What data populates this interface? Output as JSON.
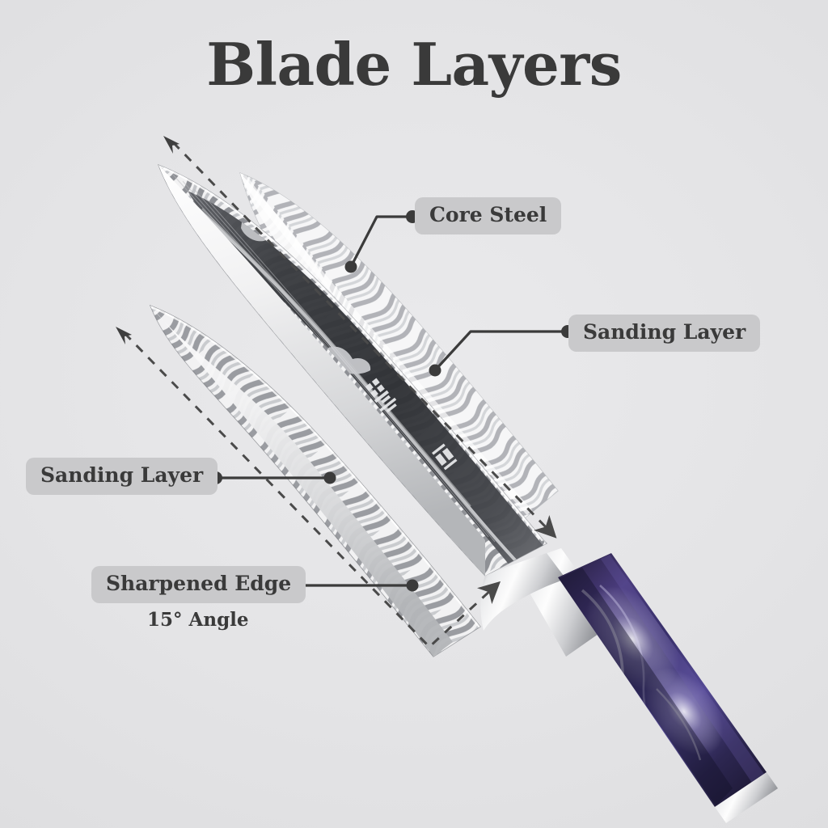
{
  "page": {
    "title": "Blade Layers",
    "background_color": "#e5e5e7",
    "text_color": "#3a3a3a",
    "pill_color": "#c9c9cb",
    "leader_color": "#3b3b3b",
    "dashed_color": "#4a4a4a"
  },
  "callouts": [
    {
      "id": "core-steel",
      "label": "Core Steel",
      "pill": true,
      "side": "right"
    },
    {
      "id": "sanding-layer-top",
      "label": "Sanding Layer",
      "pill": true,
      "side": "right"
    },
    {
      "id": "sanding-layer-bot",
      "label": "Sanding Layer",
      "pill": true,
      "side": "left"
    },
    {
      "id": "sharpened-edge",
      "label": "Sharpened Edge",
      "pill": true,
      "side": "left"
    }
  ],
  "annotations": {
    "edge_angle": "15° Angle"
  },
  "knife": {
    "blade_count": 3,
    "blade_finish": "damascus",
    "handle_color": "#3b2f63",
    "handle_highlight": "#d7d2ea",
    "bolster_color": "#e8e9eb",
    "core_color": "#3f4145",
    "stamp_count": 2
  },
  "icons": {
    "leader_dot": "dot-marker",
    "dashed_arrow": "dashed-arrow"
  }
}
